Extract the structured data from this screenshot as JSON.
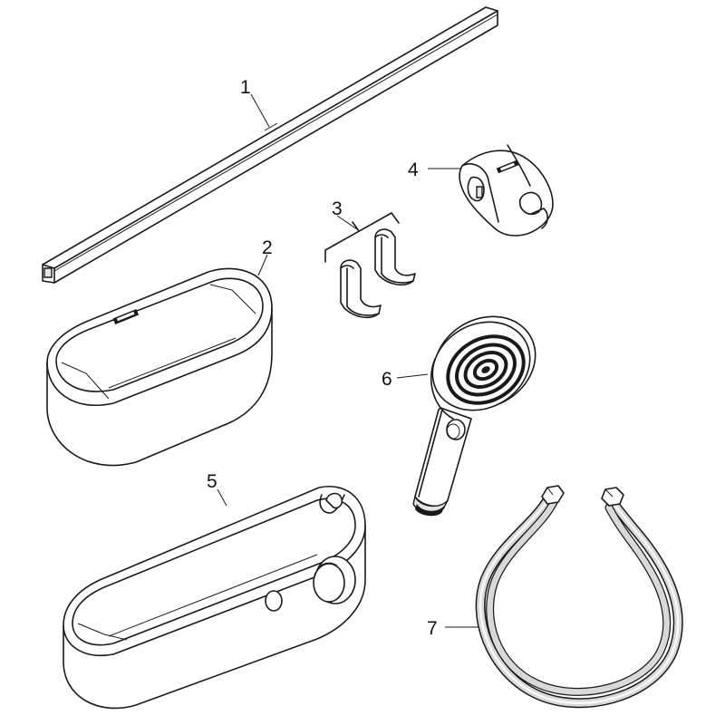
{
  "parts": [
    {
      "number": "1",
      "icon": "rail-bar"
    },
    {
      "number": "2",
      "icon": "basket"
    },
    {
      "number": "3",
      "icon": "hooks"
    },
    {
      "number": "4",
      "icon": "shower-holder"
    },
    {
      "number": "5",
      "icon": "shelf-thermostat"
    },
    {
      "number": "6",
      "icon": "hand-shower"
    },
    {
      "number": "7",
      "icon": "shower-hose"
    }
  ],
  "colors": {
    "line": "#1a1a1a",
    "background": "#ffffff",
    "hose_fill": "#d9d9d9"
  }
}
